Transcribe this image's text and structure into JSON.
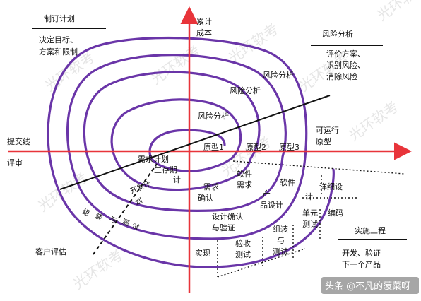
{
  "colors": {
    "spiral": "#6a35a8",
    "axis": "#e8343a",
    "line": "#111111",
    "watermark": "#c9c9c9"
  },
  "corner_boxes": {
    "top_left": {
      "title": "制订计划",
      "lines": [
        "决定目标、",
        "方案和限制"
      ]
    },
    "top_right": {
      "title": "风险分析",
      "lines": [
        "评价方案、",
        "识别风险、",
        "消除风险"
      ]
    },
    "bottom_right": {
      "title": "实施工程",
      "lines": [
        "开发、验证",
        "下一个产品"
      ]
    }
  },
  "axis_labels": {
    "y_top": [
      "累计",
      "成本"
    ],
    "x_left_top": "提交线",
    "x_left_bottom": "评审",
    "customer": "客户评估"
  },
  "risk_labels": [
    "风险分析",
    "风险分析",
    "风险分析"
  ],
  "prototypes": [
    "原型1",
    "原型2",
    "原型3"
  ],
  "runnable_prototype": [
    "可运行",
    "原型"
  ],
  "plan_labels": {
    "req_plan": "需求计划",
    "lifecycle": [
      "生存期",
      "计"
    ],
    "dev_plan": [
      "开发计",
      "划"
    ],
    "assembly": [
      "组",
      "装",
      "与",
      "测",
      "试"
    ]
  },
  "engineering": {
    "software_req": [
      "软件",
      "需求"
    ],
    "software": "软件",
    "detail_design": [
      "详细设",
      "计"
    ],
    "req_confirm": [
      "需求",
      "确认"
    ],
    "product_design": [
      "产",
      "品设计"
    ],
    "unit_test": [
      "单元",
      "测试"
    ],
    "coding": "编码",
    "design_confirm": [
      "设计确认",
      "与验证"
    ],
    "assembly_test": [
      "组装",
      "与",
      "测试"
    ],
    "implement": "实现",
    "acceptance": [
      "验收",
      "测试"
    ]
  },
  "watermark": "光环软考",
  "footer": "头条 @不凡的菠菜呀"
}
